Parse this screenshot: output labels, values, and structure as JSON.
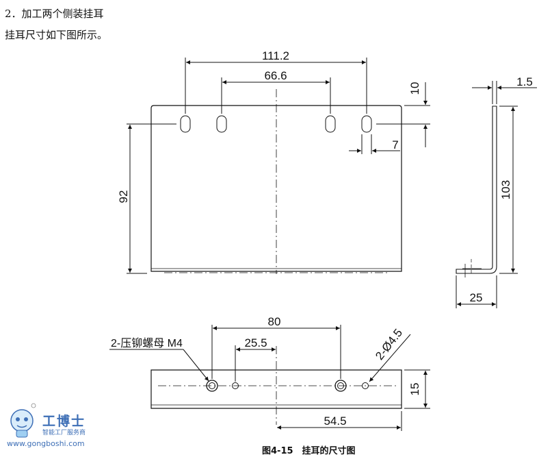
{
  "text": {
    "step_heading": "2．加工两个侧装挂耳",
    "body_line": "挂耳尺寸如下图所示。",
    "caption": "图4-15　挂耳的尺寸图"
  },
  "dimensions": {
    "top_width": "111.2",
    "inner_width": "66.6",
    "height_left": "92",
    "slot_offset_top": "10",
    "slot_width": "7",
    "thickness": "1.5",
    "side_height": "103",
    "flange_depth": "25",
    "bottom_hole_spacing": "80",
    "bottom_half_spacing": "25.5",
    "rivet_label": "2-压铆螺母 M4",
    "hole_dia": "2-Ø4.5",
    "bottom_height": "15",
    "bottom_offset": "54.5"
  },
  "logo": {
    "name": "工博士",
    "tagline": "智能工厂服务商",
    "url": "www.gongboshi.com",
    "brand_color": "#3e6fb6"
  }
}
